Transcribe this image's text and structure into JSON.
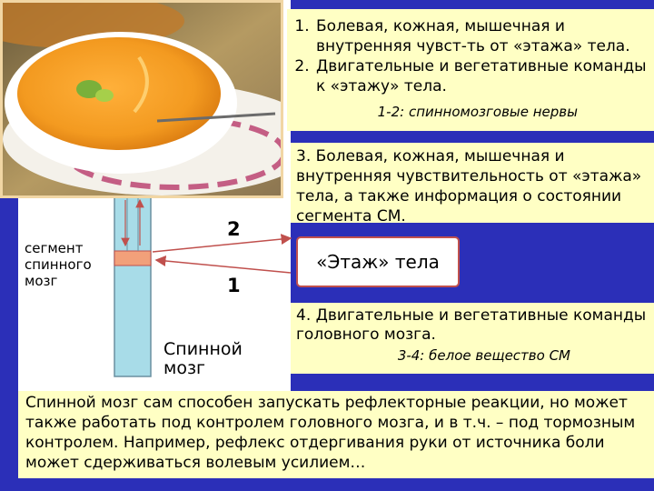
{
  "text": {
    "item1": "Болевая, кожная, мышечная и внутренняя чувст-ть от «этажа» тела.",
    "item2": "Двигательные и вегетативные команды к «этажу» тела.",
    "note12": "1-2: спинномозговые нервы",
    "item3": "3. Болевая, кожная, мышечная и внутренняя чувствительность от «этажа» тела, а также информация о состоянии сегмента СМ.",
    "item4": "4. Двигательные и вегетативные команды головного мозга.",
    "note34": "3-4: белое вещество СМ",
    "floor": "«Этаж» тела",
    "segment_label": "сегмент спинного мозг",
    "cord_label": "Спинной мозг",
    "num2": "2",
    "num1": "1",
    "bottom": "Спинной мозг сам способен запускать рефлекторные реакции, но может также работать под контролем головного мозга, и в т.ч. – под тормозным контролем. Например, рефлекс отдергивания руки от источника боли может сдерживаться волевым усилием…"
  },
  "colors": {
    "background": "#2b2fb8",
    "box": "#ffffc4",
    "cord": "#a8dce8",
    "segment": "#f2a07a",
    "frame": "#c0504d"
  },
  "icons": [
    "soup-bowl-photo",
    "arrow-icon"
  ]
}
